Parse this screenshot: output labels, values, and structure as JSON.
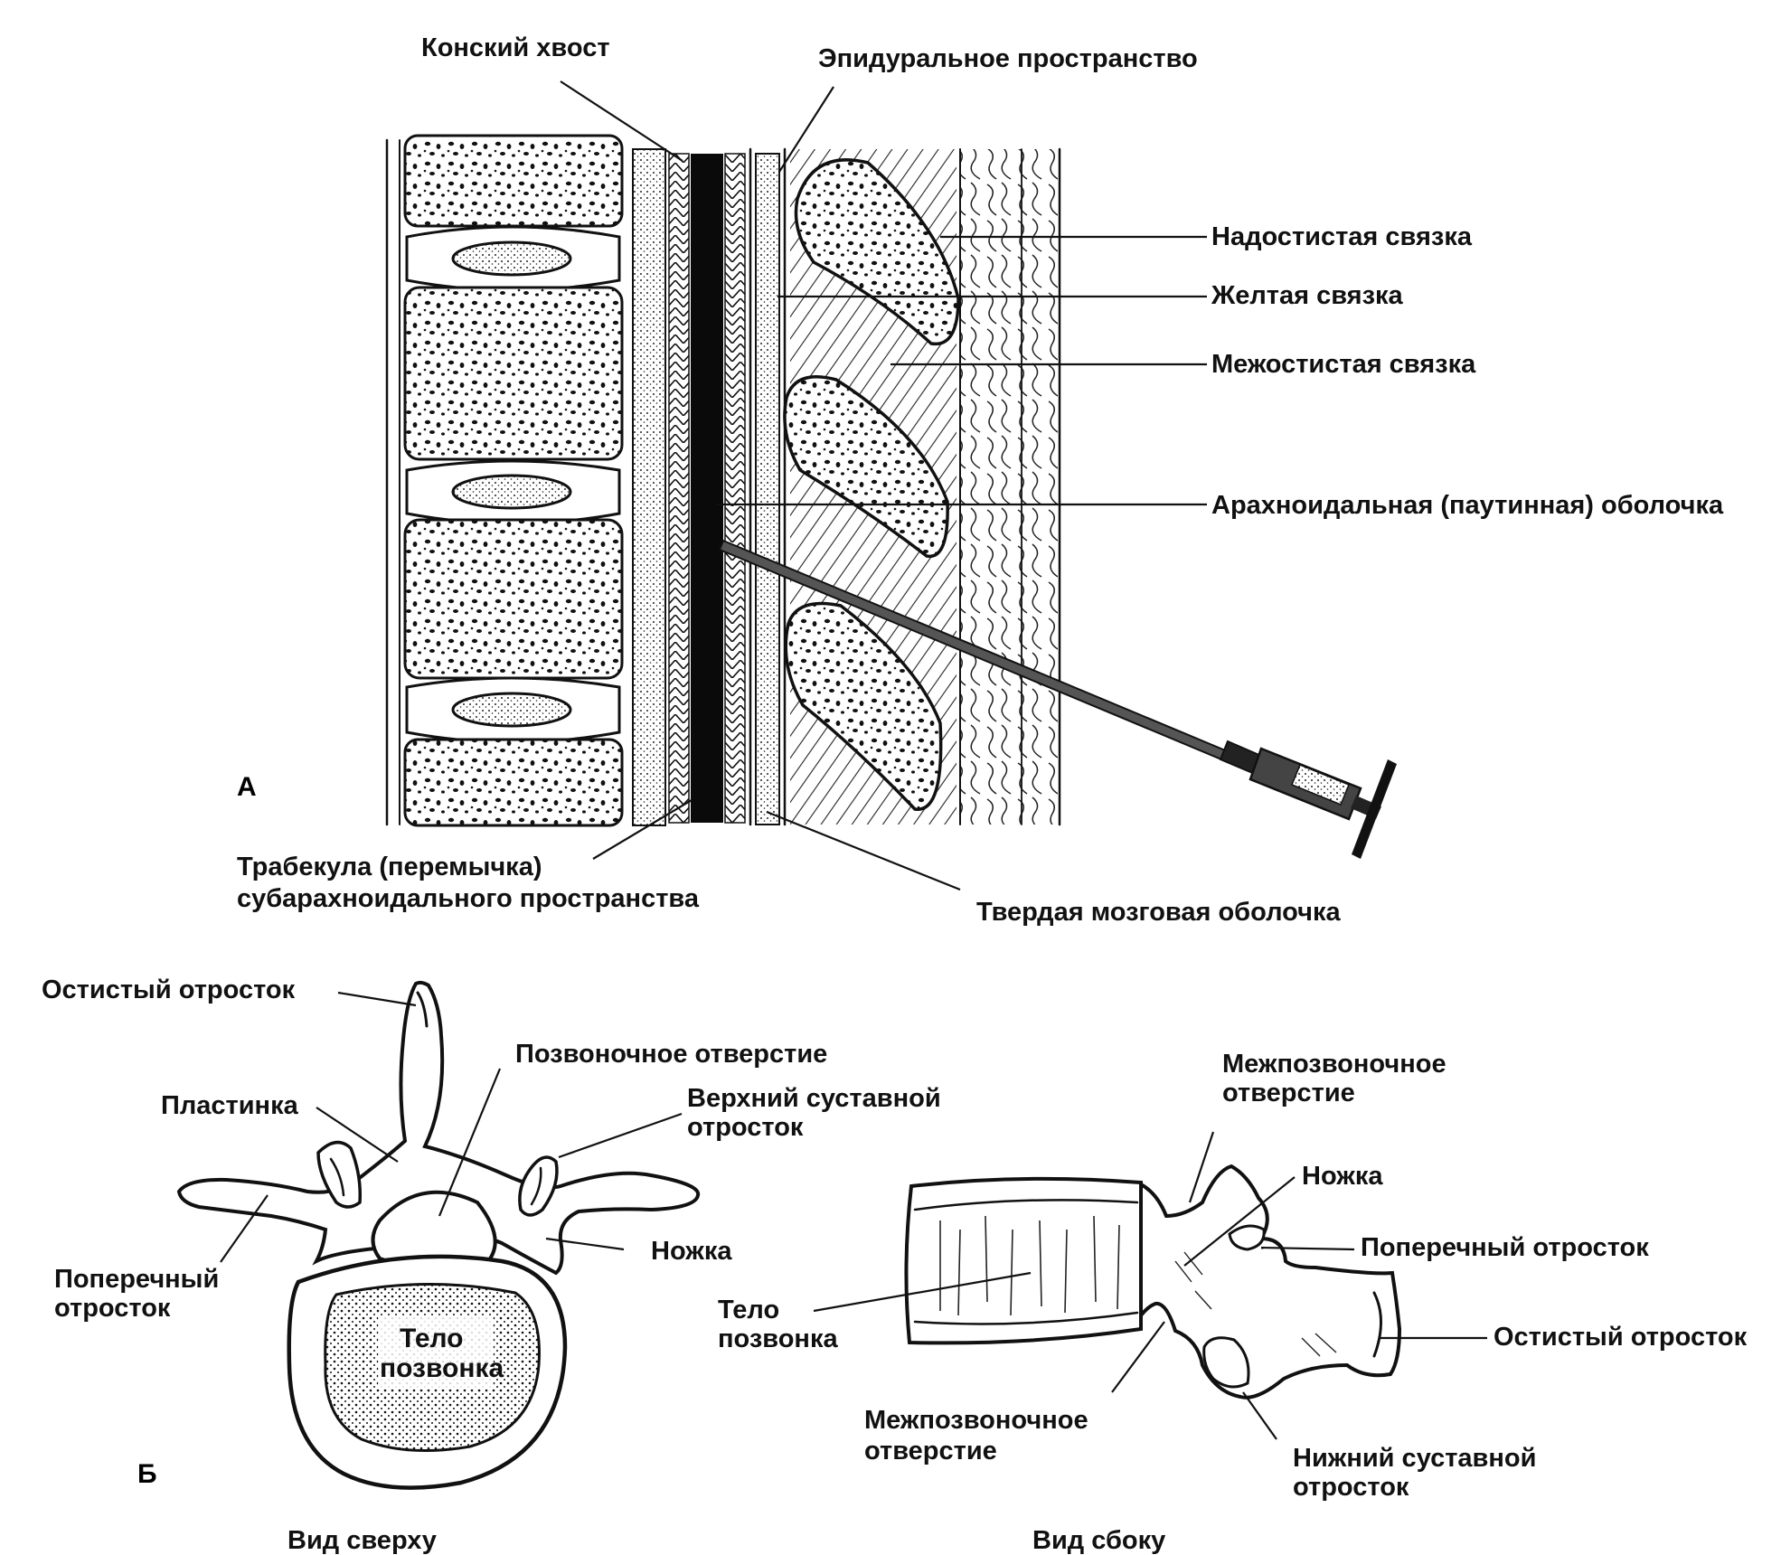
{
  "panels": {
    "a": "A",
    "b": "Б"
  },
  "panel_a_labels": {
    "cauda_equina": "Конский хвост",
    "epidural_space": "Эпидуральное пространство",
    "supraspinous_ligament": "Надостистая связка",
    "ligamentum_flavum": "Желтая связка",
    "interspinous_ligament": "Межостистая связка",
    "arachnoid": "Арахноидальная (паутинная) оболочка",
    "trabecula_line1": "Трабекула (перемычка)",
    "trabecula_line2": "субарахноидального пространства",
    "dura_mater": "Твердая мозговая оболочка"
  },
  "top_view_labels": {
    "spinous_process": "Остистый отросток",
    "vertebral_foramen": "Позвоночное отверстие",
    "lamina": "Пластинка",
    "superior_articular_line1": "Верхний суставной",
    "superior_articular_line2": "отросток",
    "transverse_line1": "Поперечный",
    "transverse_line2": "отросток",
    "pedicle": "Ножка",
    "body_line1": "Тело",
    "body_line2": "позвонка",
    "caption": "Вид сверху"
  },
  "side_view_labels": {
    "intervertebral_foramen_top_line1": "Межпозвоночное",
    "intervertebral_foramen_top_line2": "отверстие",
    "pedicle": "Ножка",
    "transverse_process": "Поперечный отросток",
    "spinous_process": "Остистый отросток",
    "body_line1": "Тело",
    "body_line2": "позвонка",
    "intervertebral_foramen_bottom_line1": "Межпозвоночное",
    "intervertebral_foramen_bottom_line2": "отверстие",
    "inferior_articular_line1": "Нижний суставной",
    "inferior_articular_line2": "отросток",
    "caption": "Вид сбоку"
  }
}
